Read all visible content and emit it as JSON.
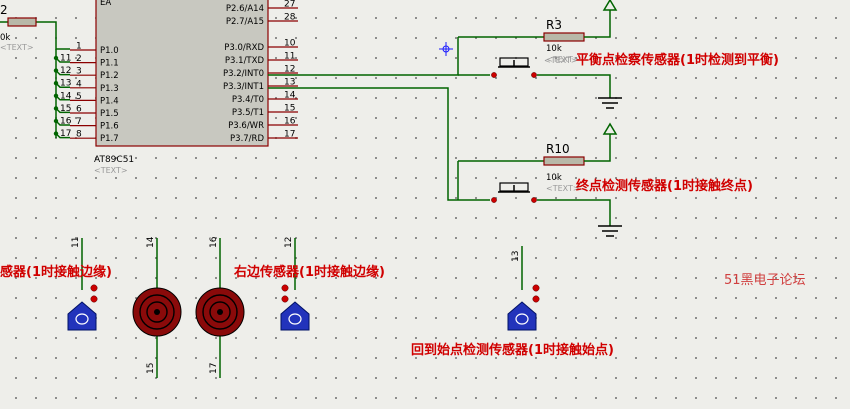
{
  "mcu": {
    "part": "AT89C51",
    "text_placeholder": "<TEXT>",
    "partial_top": "EA",
    "left_pins": [
      {
        "num": "1",
        "label": "P1.0"
      },
      {
        "num": "2",
        "label": "P1.1"
      },
      {
        "num": "3",
        "label": "P1.2"
      },
      {
        "num": "4",
        "label": "P1.3"
      },
      {
        "num": "5",
        "label": "P1.4"
      },
      {
        "num": "6",
        "label": "P1.5"
      },
      {
        "num": "7",
        "label": "P1.6"
      },
      {
        "num": "8",
        "label": "P1.7"
      }
    ],
    "right_pins": [
      {
        "num": "27",
        "label": "P2.6/A14"
      },
      {
        "num": "28",
        "label": "P2.7/A15"
      },
      {
        "num": "10",
        "label": "P3.0/RXD"
      },
      {
        "num": "11",
        "label": "P3.1/TXD"
      },
      {
        "num": "12",
        "label": "P3.2/INT0"
      },
      {
        "num": "13",
        "label": "P3.3/INT1"
      },
      {
        "num": "14",
        "label": "P3.4/T0"
      },
      {
        "num": "15",
        "label": "P3.5/T1"
      },
      {
        "num": "16",
        "label": "P3.6/WR"
      },
      {
        "num": "17",
        "label": "P3.7/RD"
      }
    ],
    "left_net_numbers": [
      "11",
      "12",
      "13",
      "14",
      "15",
      "16",
      "17"
    ]
  },
  "partial_resistor": {
    "ref": "2",
    "value": "0k",
    "text_placeholder": "<TEXT>"
  },
  "r3": {
    "ref": "R3",
    "value": "10k",
    "text_placeholder": "<TEXT>"
  },
  "r10": {
    "ref": "R10",
    "value": "10k",
    "text_placeholder": "<TEXT>"
  },
  "labels": {
    "balance_sensor": "平衡点检察传感器(1时检测到平衡)",
    "end_sensor": "终点检测传感器(1时接触终点)",
    "left_edge_partial": "感器(1时接触边缘)",
    "right_edge_sensor": "右边传感器(1时接触边缘)",
    "home_sensor": "回到始点检测传感器(1时接触始点)",
    "watermark": "51黑电子论坛"
  },
  "net_numbers": {
    "sensor_a": "11",
    "motor_a_top": "14",
    "motor_a_bottom": "15",
    "motor_b_top": "16",
    "motor_b_bottom": "17",
    "sensor_b": "12",
    "sensor_c": "13"
  },
  "sensor_glyph": "0"
}
